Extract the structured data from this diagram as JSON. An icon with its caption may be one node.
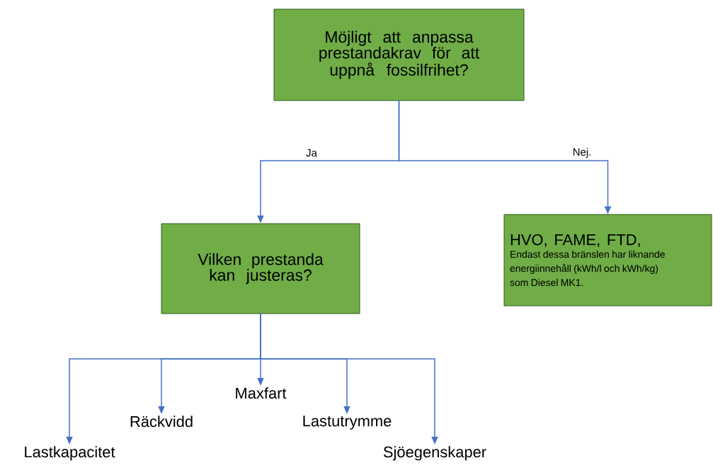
{
  "diagram": {
    "nodes": [
      {
        "text": [
          "Möjligt att anpassa prestandakrav för att uppnå fossilfrihet?"
        ]
      },
      {
        "text": [
          "Vilken prestanda kan justeras?"
        ]
      },
      {
        "text": [
          "HVO, FAME, FTD,",
          "Endast dessa bränslen har liknande energiinnehåll (kWh/l och kWh/kg) som Diesel MK1."
        ]
      },
      {
        "text": [
          "Lastkapacitet"
        ]
      },
      {
        "text": [
          "Räckvidd"
        ]
      },
      {
        "text": [
          "Maxfart"
        ]
      },
      {
        "text": [
          "Lastutrymme"
        ]
      },
      {
        "text": [
          "Sjöegenskaper"
        ]
      }
    ],
    "edges": [
      {
        "from": 0,
        "to": 1,
        "arrow": "to",
        "label": "Ja"
      },
      {
        "from": 0,
        "to": 2,
        "arrow": "to",
        "label": "Nej."
      },
      {
        "from": 1,
        "to": 3,
        "arrow": "to"
      },
      {
        "from": 1,
        "to": 4,
        "arrow": "to"
      },
      {
        "from": 1,
        "to": 5,
        "arrow": "to"
      },
      {
        "from": 1,
        "to": 6,
        "arrow": "to"
      },
      {
        "from": 1,
        "to": 7,
        "arrow": "to"
      }
    ]
  }
}
